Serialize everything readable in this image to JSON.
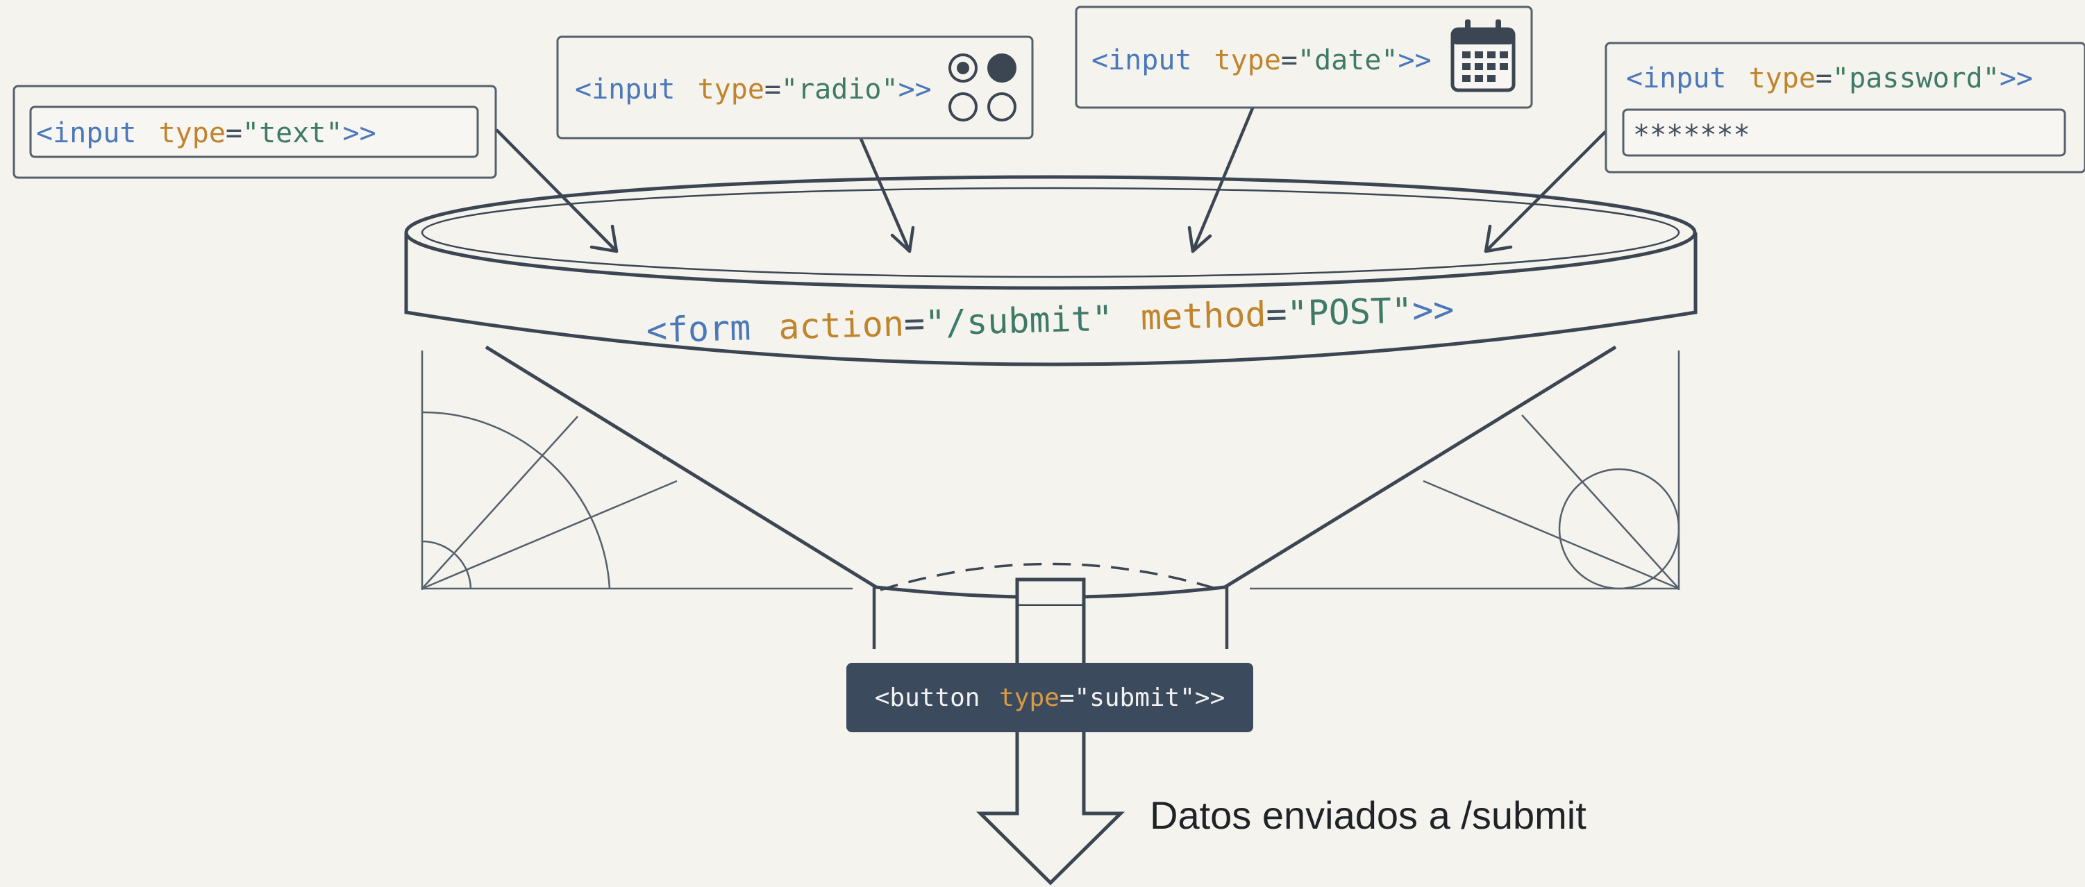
{
  "inputs": {
    "text": {
      "tag": "<input",
      "attr": "type",
      "eq": "=",
      "value": "\"text\"",
      "close": ">>"
    },
    "radio": {
      "tag": "<input",
      "attr": "type",
      "eq": "=",
      "value": "\"radio\"",
      "close": ">>"
    },
    "date": {
      "tag": "<input",
      "attr": "type",
      "eq": "=",
      "value": "\"date\"",
      "close": ">>"
    },
    "password": {
      "tag": "<input",
      "attr": "type",
      "eq": "=",
      "value": "\"password\"",
      "close": ">>",
      "masked": "*******"
    }
  },
  "form": {
    "tag": "<form",
    "action_attr": "action",
    "action_value": "\"/submit\"",
    "method_attr": "method",
    "method_value": "\"POST\"",
    "eq": "=",
    "close": ">>"
  },
  "button": {
    "tag": "<button",
    "attr": "type",
    "eq": "=",
    "value": "\"submit\">>"
  },
  "output_label": "Datos enviados a /submit",
  "radio_states": [
    true,
    false,
    false,
    false
  ],
  "colors": {
    "background": "#f4f3ee",
    "line": "#3c4653",
    "keyword": "#4a78b8",
    "attribute": "#c0842c",
    "string": "#3f7a68",
    "button_bg": "#3b4a5c",
    "button_text": "#f2f2f2"
  },
  "icons": [
    "calendar-icon",
    "radio-filled-icon",
    "radio-empty-icon",
    "down-arrow-icon"
  ]
}
